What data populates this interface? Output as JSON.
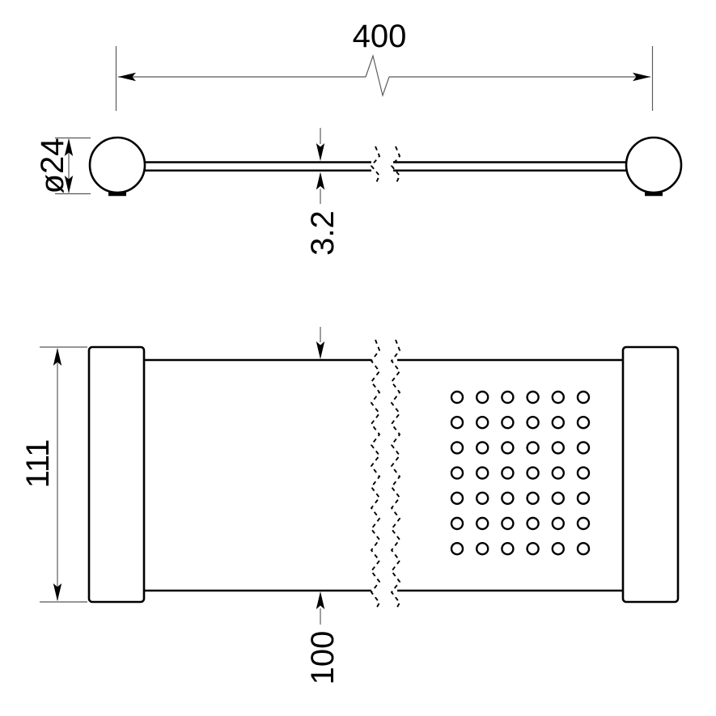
{
  "drawing": {
    "background": "#ffffff",
    "object_line_color": "#000000",
    "dimension_line_color": "#575757",
    "labels": {
      "overall_length": "400",
      "bracket_diameter": "ø24",
      "shelf_thickness": "3.2",
      "overall_depth": "111",
      "shelf_depth": "100"
    },
    "hole_pattern": {
      "rows": 7,
      "columns": 6
    }
  }
}
